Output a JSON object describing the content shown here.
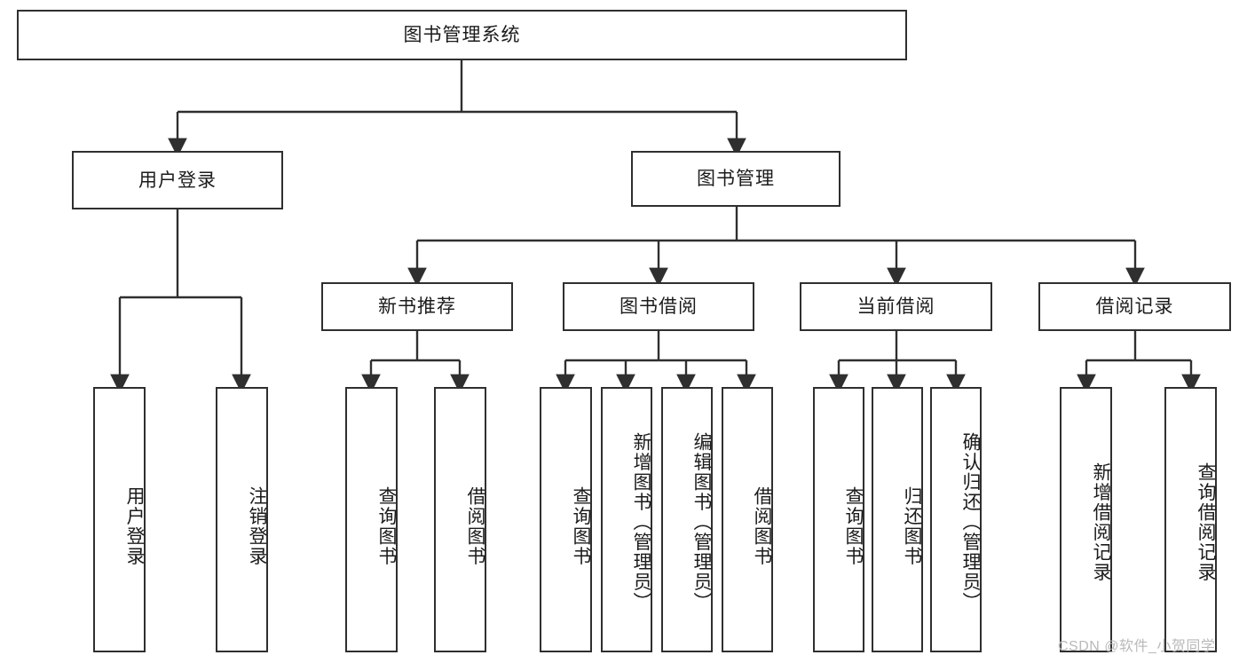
{
  "diagram": {
    "title_node": {
      "label": "图书管理系统"
    },
    "level2": [
      {
        "id": "user-login",
        "label": "用户登录"
      },
      {
        "id": "book-management",
        "label": "图书管理"
      }
    ],
    "level3": [
      {
        "id": "new-book-recommend",
        "label": "新书推荐"
      },
      {
        "id": "book-borrow",
        "label": "图书借阅"
      },
      {
        "id": "current-borrow",
        "label": "当前借阅"
      },
      {
        "id": "borrow-record",
        "label": "借阅记录"
      }
    ],
    "leaves": [
      {
        "id": "user-login-leaf",
        "label": "用户登录",
        "parent": "用户登录"
      },
      {
        "id": "logout-leaf",
        "label": "注销登录",
        "parent": "用户登录"
      },
      {
        "id": "query-book-rec",
        "label": "查询图书",
        "parent": "新书推荐"
      },
      {
        "id": "borrow-book-rec",
        "label": "借阅图书",
        "parent": "新书推荐"
      },
      {
        "id": "query-book-borrow",
        "label": "查询图书",
        "parent": "图书借阅"
      },
      {
        "id": "add-book-admin",
        "label": "新增图书（管理员）",
        "parent": "图书借阅"
      },
      {
        "id": "edit-book-admin",
        "label": "编辑图书（管理员）",
        "parent": "图书借阅"
      },
      {
        "id": "borrow-book",
        "label": "借阅图书",
        "parent": "图书借阅"
      },
      {
        "id": "query-book-current",
        "label": "查询图书",
        "parent": "当前借阅"
      },
      {
        "id": "return-book",
        "label": "归还图书",
        "parent": "当前借阅"
      },
      {
        "id": "confirm-return-admin",
        "label": "确认归还（管理员）",
        "parent": "当前借阅"
      },
      {
        "id": "add-borrow-record",
        "label": "新增借阅记录",
        "parent": "借阅记录"
      },
      {
        "id": "query-borrow-record",
        "label": "查询借阅记录",
        "parent": "借阅记录"
      }
    ],
    "watermark": "CSDN @软件_小贺同学",
    "colors": {
      "stroke": "#2f2f2f",
      "background": "#ffffff",
      "text": "#1b1b1b",
      "watermark": "#b9b9b9"
    }
  }
}
